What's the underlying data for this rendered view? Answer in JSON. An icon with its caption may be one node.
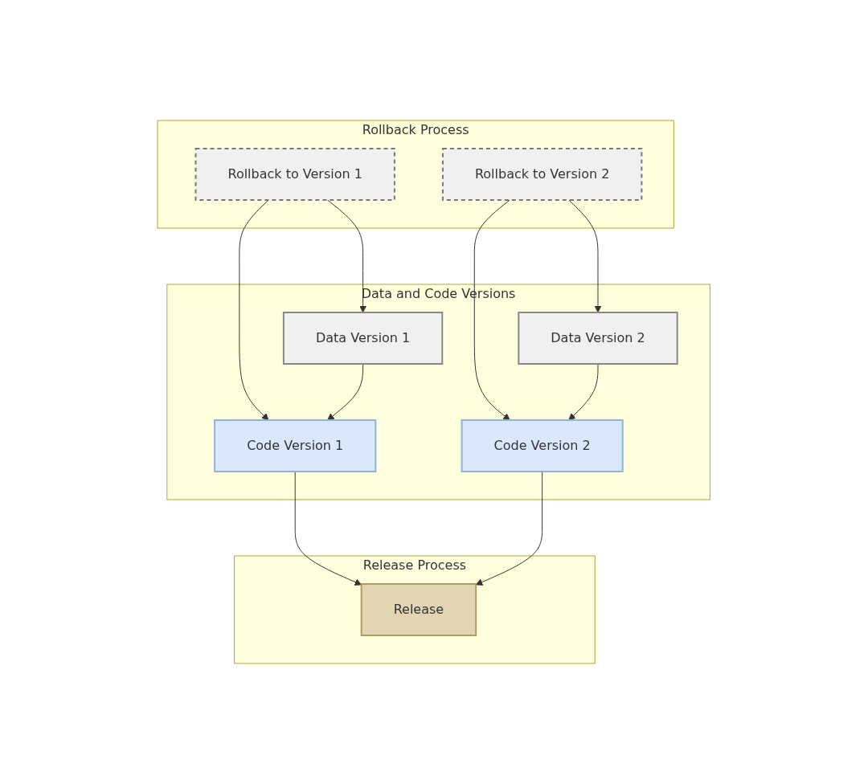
{
  "diagram": {
    "nodes": [
      {
        "text": [
          "Rollback Process"
        ]
      },
      {
        "text": [
          "Rollback to Version 1"
        ],
        "in": 0
      },
      {
        "text": [
          "Rollback to Version 2"
        ],
        "in": 0
      },
      {
        "text": [
          "Data and Code Versions"
        ]
      },
      {
        "text": [
          "Data Version 1"
        ],
        "in": 3
      },
      {
        "text": [
          "Data Version 2"
        ],
        "in": 3
      },
      {
        "text": [
          "Code Version 1"
        ],
        "in": 3
      },
      {
        "text": [
          "Code Version 2"
        ],
        "in": 3
      },
      {
        "text": [
          "Release Process"
        ]
      },
      {
        "text": [
          "Release"
        ],
        "in": 8
      }
    ],
    "edges": [
      {
        "from": 1,
        "to": 4,
        "arrow": "to"
      },
      {
        "from": 1,
        "to": 6,
        "arrow": "to"
      },
      {
        "from": 2,
        "to": 5,
        "arrow": "to"
      },
      {
        "from": 2,
        "to": 7,
        "arrow": "to"
      },
      {
        "from": 4,
        "to": 6,
        "arrow": "to"
      },
      {
        "from": 5,
        "to": 7,
        "arrow": "to"
      },
      {
        "from": 6,
        "to": 9,
        "arrow": "to"
      },
      {
        "from": 7,
        "to": 9,
        "arrow": "to"
      }
    ]
  }
}
